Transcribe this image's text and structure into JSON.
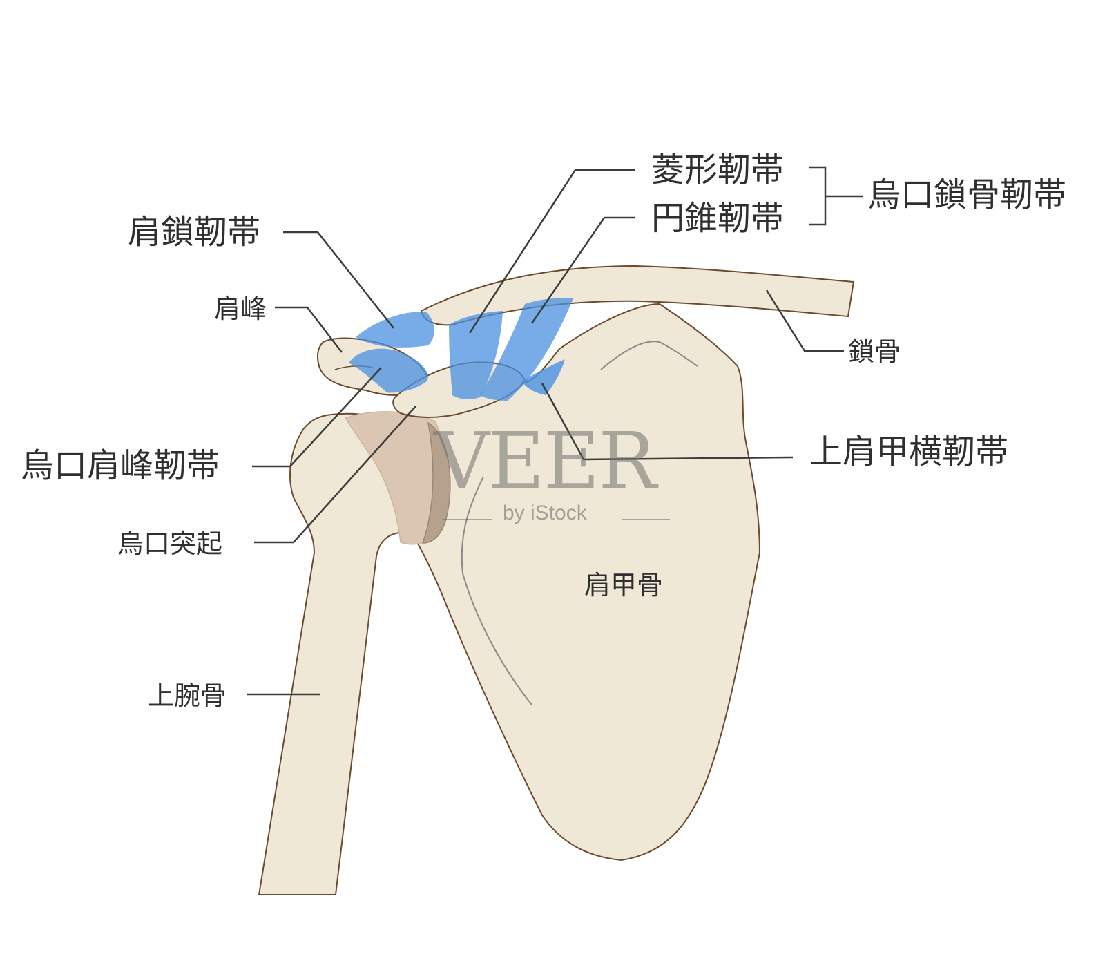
{
  "labels": {
    "ryokei": "菱形靭帯",
    "ensui": "円錐靭帯",
    "usaguchi_sakotsu": "烏口鎖骨靭帯",
    "kensa": "肩鎖靭帯",
    "kenpo": "肩峰",
    "sakotsu": "鎖骨",
    "josenko": "上肩甲横靭帯",
    "usaguchi_kenpo": "烏口肩峰靭帯",
    "usaguchi_tokki": "烏口突起",
    "kenkotsu": "肩甲骨",
    "jowan": "上腕骨"
  },
  "watermark": {
    "brand": "VEER",
    "sub": "by iStock"
  },
  "colors": {
    "bone_fill": "#f0e8d6",
    "bone_stroke": "#6b4a2e",
    "cartilage": "#dbc6b3",
    "cartilage_dark": "#b6a18d",
    "ligament": "#4a90e2",
    "leader": "#3c3c3c"
  }
}
